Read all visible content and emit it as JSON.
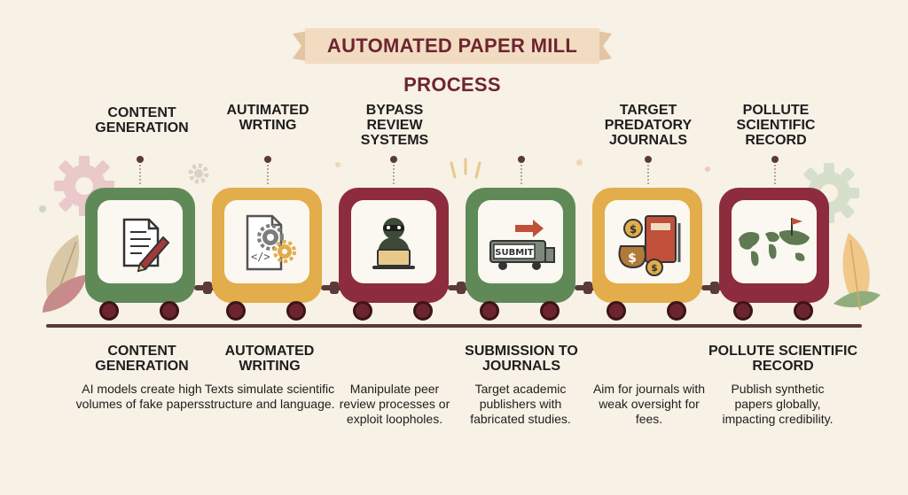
{
  "title": "AUTOMATED PAPER MILL PROCESS",
  "steps": [
    {
      "top_label": "CONTENT GENERATION",
      "bottom_title": "CONTENT GENERATION",
      "description": "AI models create high volumes of fake papers.",
      "color": "#5f8a57",
      "icon": "document-pen-icon"
    },
    {
      "top_label": "AUTIMATED WRTING",
      "bottom_title": "AUTOMATED WRITING",
      "description": "Texts simulate scientific structure and language.",
      "color": "#e2ad4a",
      "icon": "code-gears-icon"
    },
    {
      "top_label": "BYPASS REVIEW SYSTEMS",
      "bottom_title": "",
      "description": "Manipulate peer review processes or exploit loopholes.",
      "color": "#8c2c3c",
      "icon": "hacker-laptop-icon"
    },
    {
      "top_label": "",
      "bottom_title": "SUBMISSION TO JOURNALS",
      "description": "Target academic publishers with fabricated studies.",
      "color": "#5f8a57",
      "icon": "submit-truck-icon",
      "icon_text": "SUBMIT"
    },
    {
      "top_label": "TARGET PREDATORY JOURNALS",
      "bottom_title": "",
      "description": "Aim for journals with weak oversight for fees.",
      "color": "#e2ad4a",
      "icon": "money-journal-icon"
    },
    {
      "top_label": "POLLUTE SCIENTIFIC RECORD",
      "bottom_title": "POLLUTE SCIENTIFIC RECORD",
      "description": "Publish synthetic papers globally, impacting credibility.",
      "color": "#8c2c3c",
      "icon": "world-map-icon"
    }
  ],
  "colors": {
    "background": "#f7f1e6",
    "banner": "#f1dcc2",
    "title_text": "#6e2530",
    "track": "#5a3a3a"
  }
}
